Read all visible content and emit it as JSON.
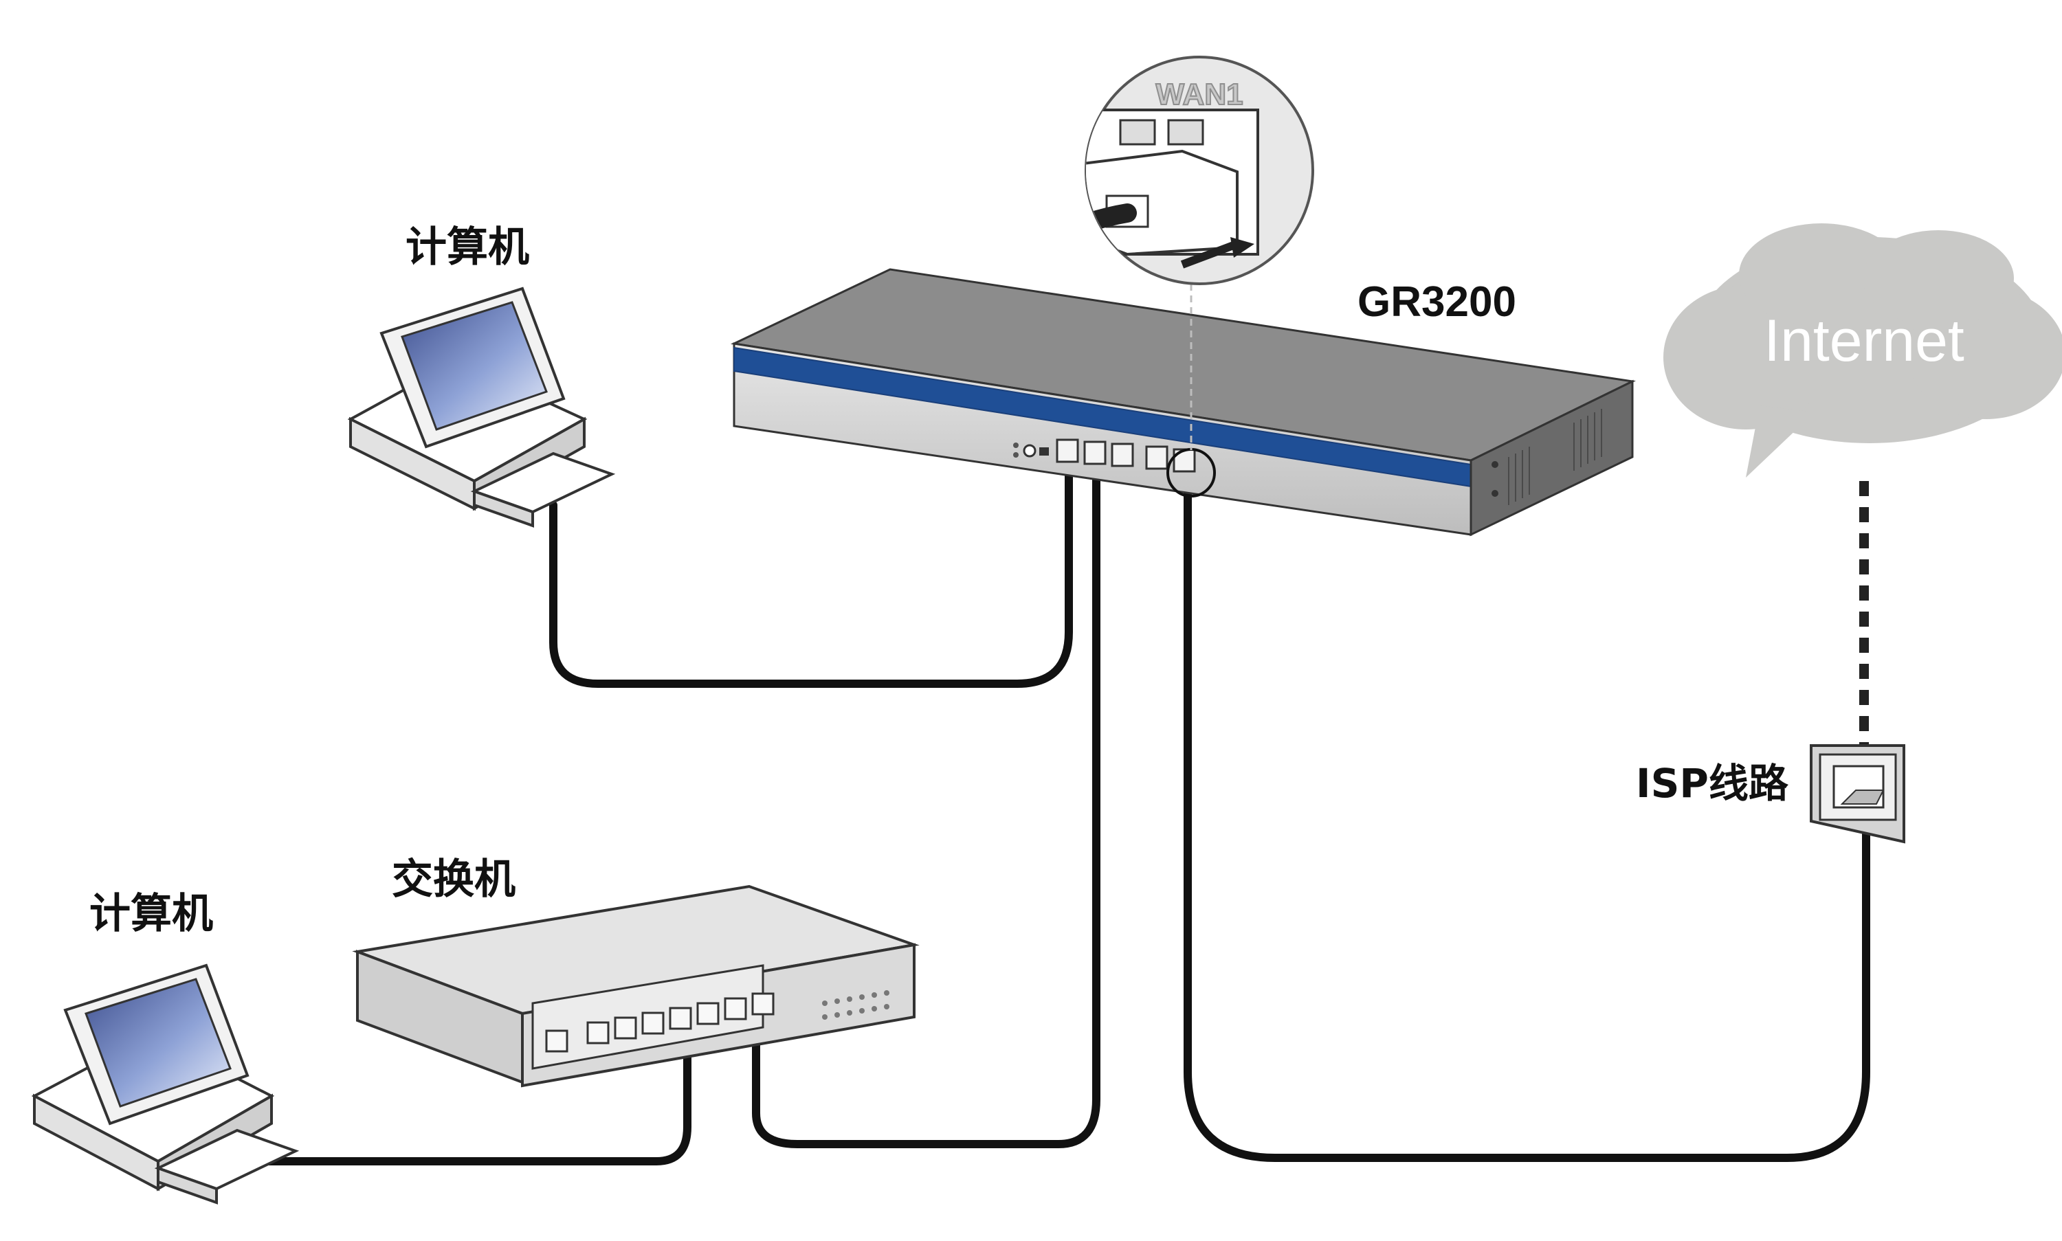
{
  "labels": {
    "computer_top": "计算机",
    "computer_bottom": "计算机",
    "switch": "交换机",
    "router_model": "GR3200",
    "internet": "Internet",
    "isp_line": "ISP线路",
    "wan_port": "WAN1"
  },
  "colors": {
    "router_stripe": "#1f4f96",
    "router_top": "#8a8a8a",
    "cloud": "#c9c9c7",
    "screen": "#7f93c9",
    "cable": "#111111"
  }
}
